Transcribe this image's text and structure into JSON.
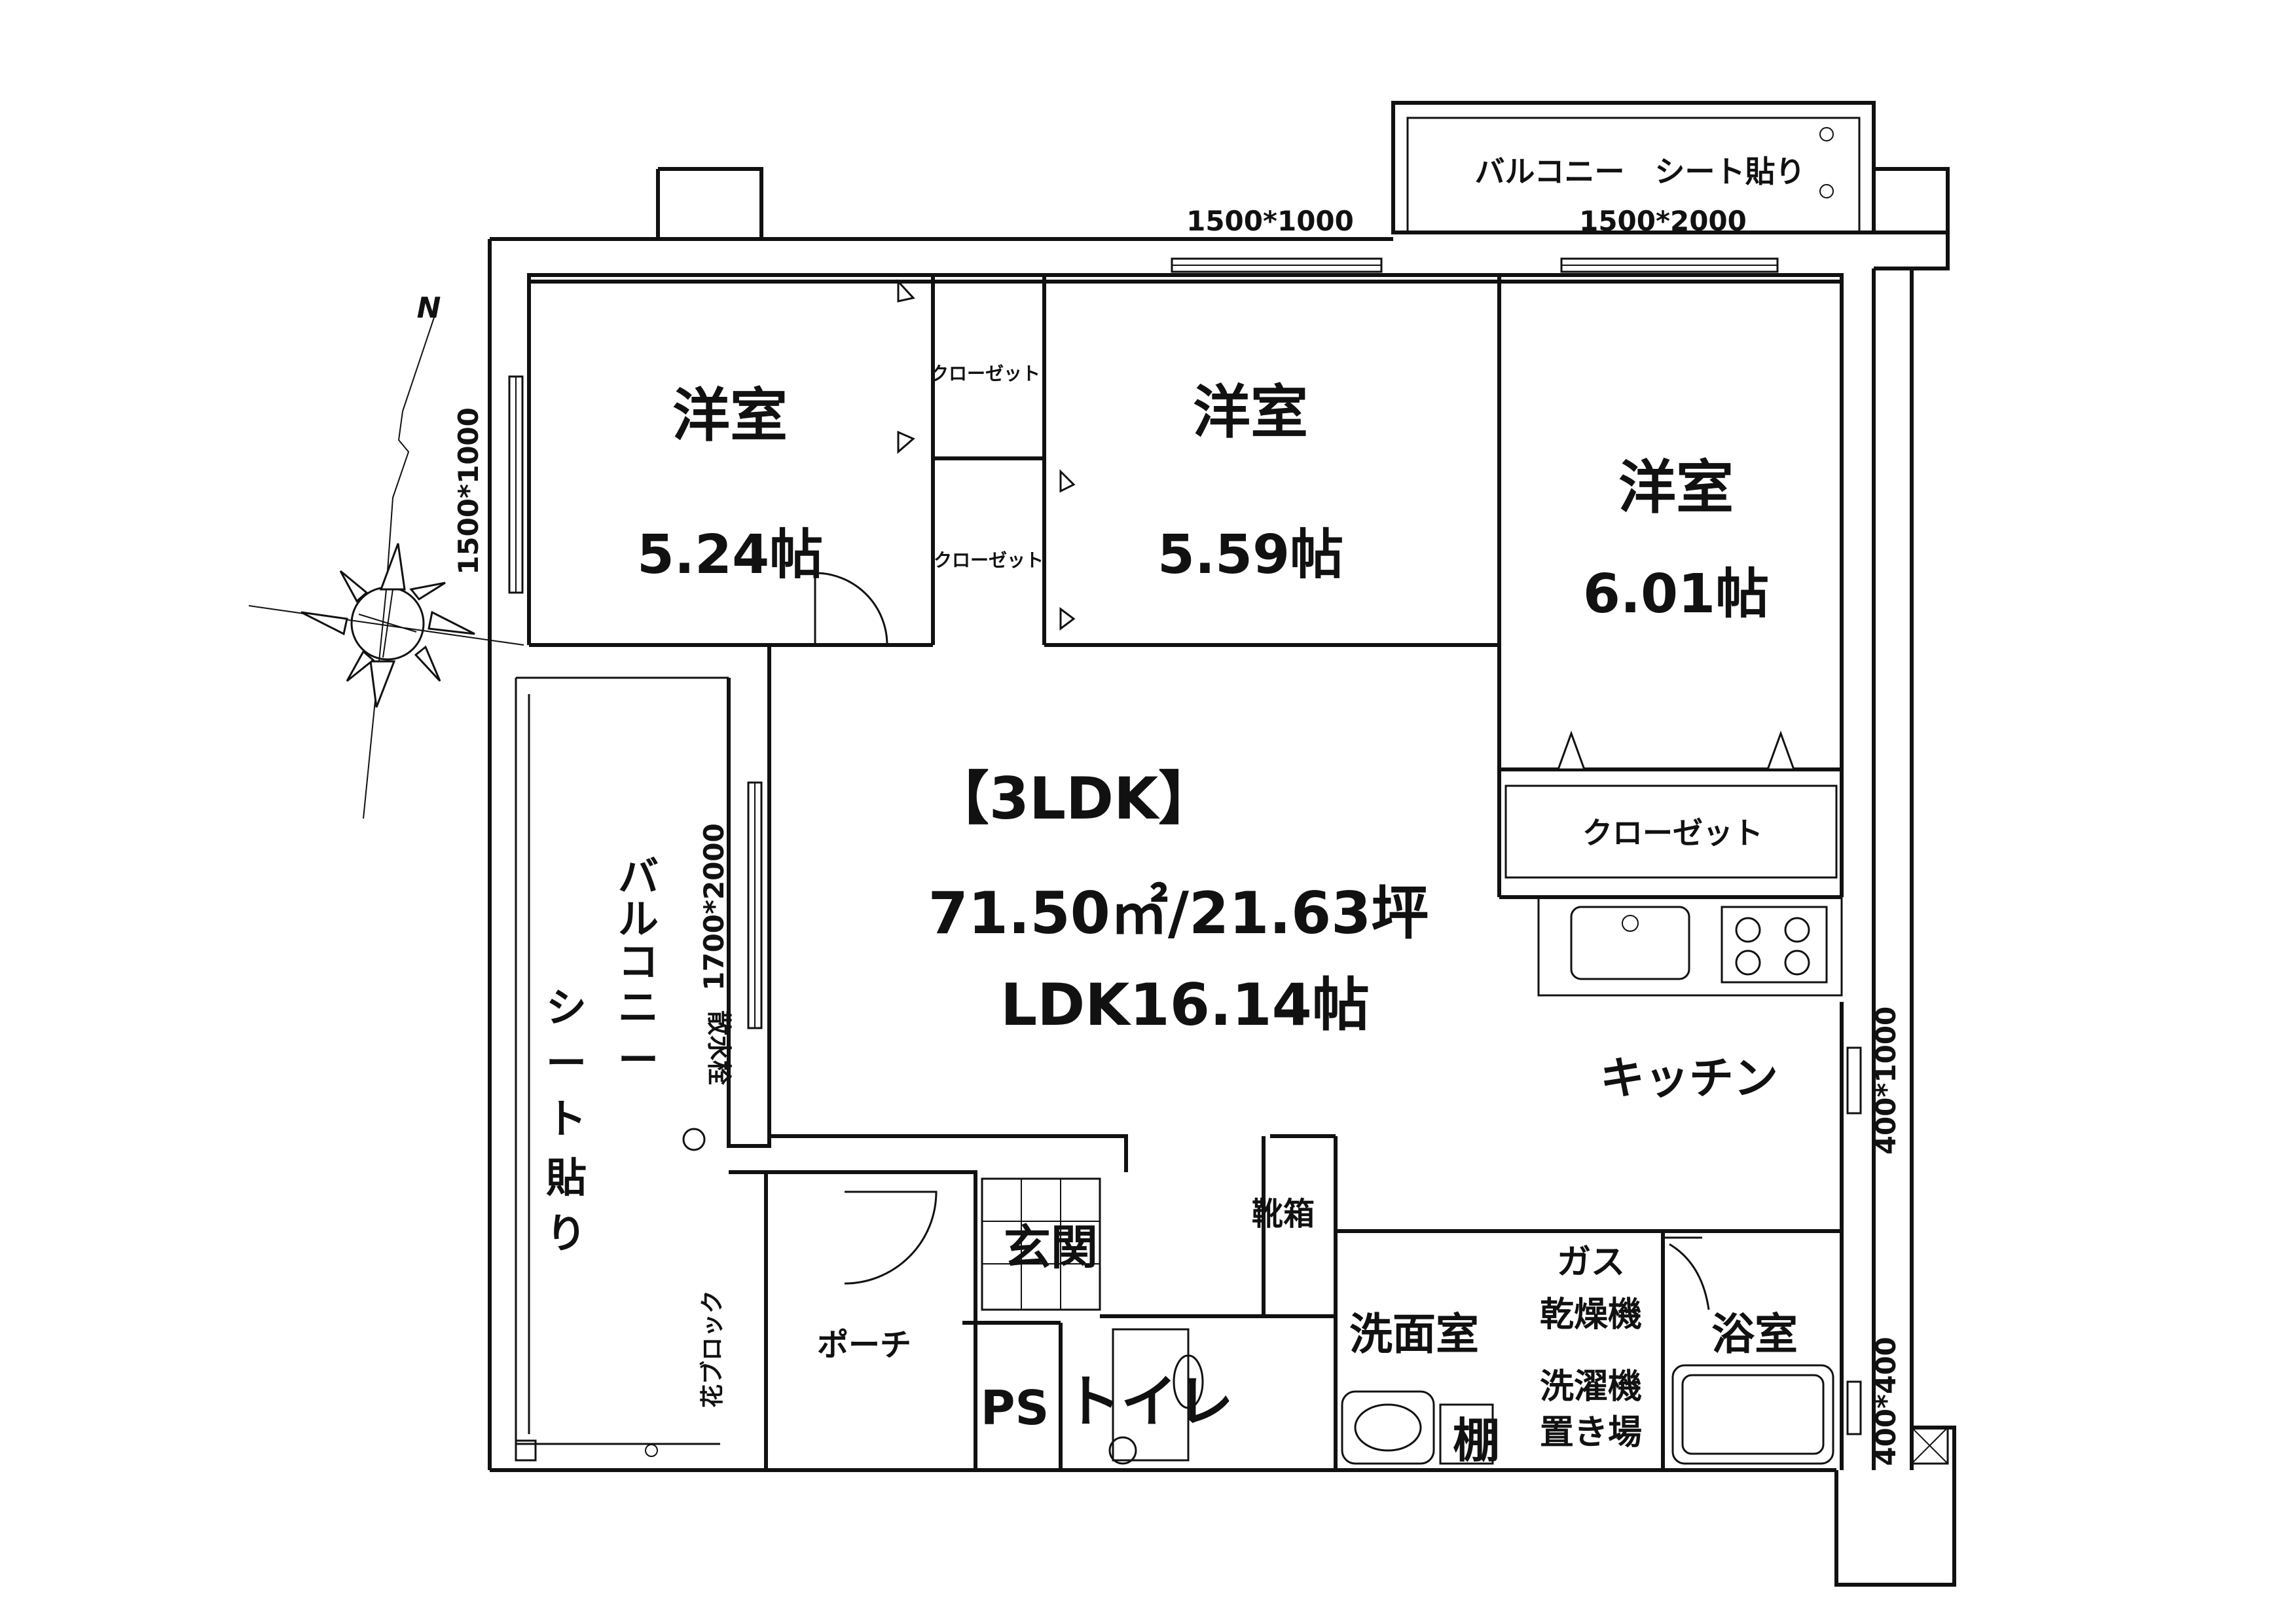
{
  "plan": {
    "type_label": "【3LDK】",
    "area_label": "71.50㎡/21.63坪",
    "ldk_label": "LDK16.14帖"
  },
  "compass": {
    "north": "N"
  },
  "rooms": {
    "room1": {
      "name": "洋室",
      "size": "5.24帖"
    },
    "room2": {
      "name": "洋室",
      "size": "5.59帖"
    },
    "room3": {
      "name": "洋室",
      "size": "6.01帖"
    },
    "closet_small_1": "クローゼット",
    "closet_small_2": "クローゼット",
    "closet_large": "クローゼット",
    "kitchen": "キッチン",
    "genkan": "玄関",
    "shoe_box": "靴箱",
    "porch": "ポーチ",
    "ps": "PS",
    "toilet": "トイレ",
    "washroom": "洗面室",
    "gas_dryer_1": "ガス",
    "gas_dryer_2": "乾燥機",
    "washer_1": "洗濯機",
    "washer_2": "置き場",
    "shelf": "棚",
    "bath": "浴室",
    "faucet": "散水栓",
    "flower_block": "花ブロック"
  },
  "balconies": {
    "top": "バルコニー　シート貼り",
    "west": [
      "バ",
      "ル",
      "コ",
      "ニ",
      "ー",
      "シ",
      "ー",
      "ト",
      "貼",
      "り"
    ]
  },
  "windows": {
    "top_mid": "1500*1000",
    "top_right": "1500*2000",
    "west_upper": "1500*1000",
    "west_lower": "1700*2000",
    "east_kitchen": "400*1000",
    "east_bath": "400*400"
  }
}
